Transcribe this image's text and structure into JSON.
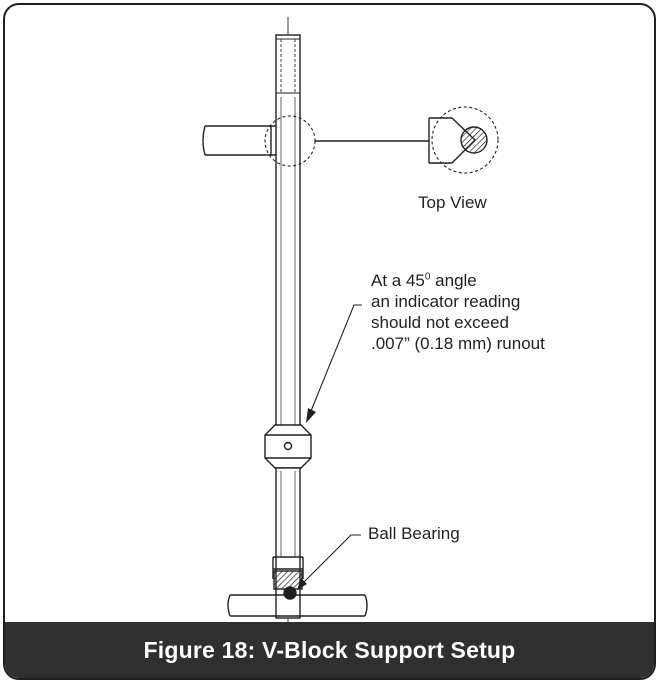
{
  "figure": {
    "caption": "Figure 18: V-Block Support Setup"
  },
  "labels": {
    "top_view": "Top View",
    "angle_note_prefix": "At a 45",
    "angle_note_degree": "0",
    "angle_note_suffix": " angle",
    "angle_note_line2": "an indicator reading",
    "angle_note_line3": "should not exceed",
    "angle_note_line4": ".007” (0.18 mm) runout",
    "ball_bearing": "Ball Bearing"
  },
  "colors": {
    "line": "#231f20",
    "caption_bar": "#2f2f30",
    "caption_text": "#ffffff"
  }
}
